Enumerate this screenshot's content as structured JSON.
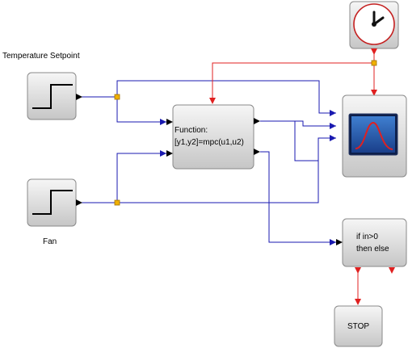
{
  "blocks": {
    "setpoint": {
      "label": "Temperature Setpoint"
    },
    "fan": {
      "label": "Fan"
    },
    "function": {
      "line1": "Function:",
      "line2": "[y1,y2]=mpc(u1,u2)"
    },
    "ifelse": {
      "line1": "if in>0",
      "line2": "then else"
    },
    "stop": {
      "label": "STOP"
    },
    "clock": {
      "icon": "clock-icon"
    },
    "scope": {
      "icon": "scope-icon"
    }
  },
  "colors": {
    "data_link": "#1a1ab0",
    "event_link": "#e02020",
    "split_point": "#f0b000",
    "block_fill_top": "#f4f4f4",
    "block_fill_bottom": "#c8c8c8",
    "block_stroke": "#8a8a8a"
  }
}
